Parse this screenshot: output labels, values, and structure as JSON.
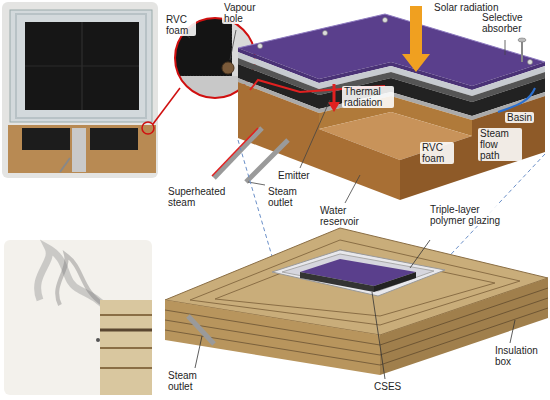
{
  "diagram": {
    "labels": [
      "RVC foam",
      "Vapour hole",
      "Solar radiation",
      "Selective absorber",
      "Thermal radiation",
      "Basin",
      "Emitter",
      "RVC foam",
      "Steam flow path",
      "Water reservoir",
      "Superheated steam",
      "Steam outlet",
      "Triple-layer polymer glazing",
      "Insulation box",
      "Steam outlet",
      "CSES"
    ]
  }
}
